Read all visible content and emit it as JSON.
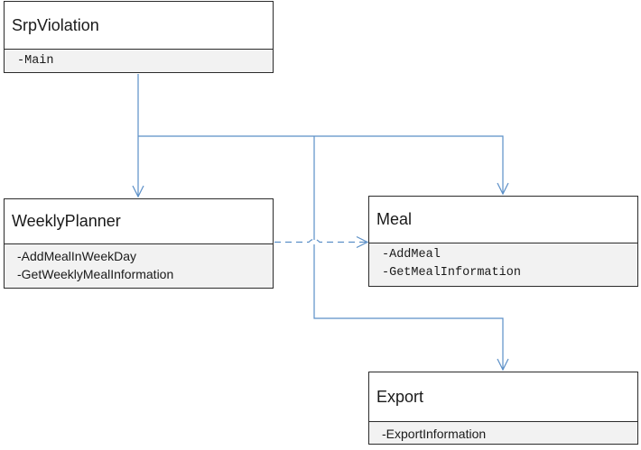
{
  "classes": {
    "srp_violation": {
      "name": "SrpViolation",
      "members": [
        "-Main"
      ]
    },
    "weekly_planner": {
      "name": "WeeklyPlanner",
      "members": [
        "-AddMealInWeekDay",
        "-GetWeeklyMealInformation"
      ]
    },
    "meal": {
      "name": "Meal",
      "members": [
        "-AddMeal",
        "-GetMealInformation"
      ]
    },
    "export": {
      "name": "Export",
      "members": [
        "-ExportInformation"
      ]
    }
  },
  "relations": [
    {
      "from": "SrpViolation",
      "to": "WeeklyPlanner",
      "style": "solid"
    },
    {
      "from": "SrpViolation",
      "to": "Meal",
      "style": "solid"
    },
    {
      "from": "SrpViolation",
      "to": "Export",
      "style": "solid"
    },
    {
      "from": "WeeklyPlanner",
      "to": "Meal",
      "style": "dashed"
    }
  ],
  "colors": {
    "connector": "#5b8fc7",
    "box_border": "#2b2b2b",
    "member_fill": "#f2f2f2"
  }
}
